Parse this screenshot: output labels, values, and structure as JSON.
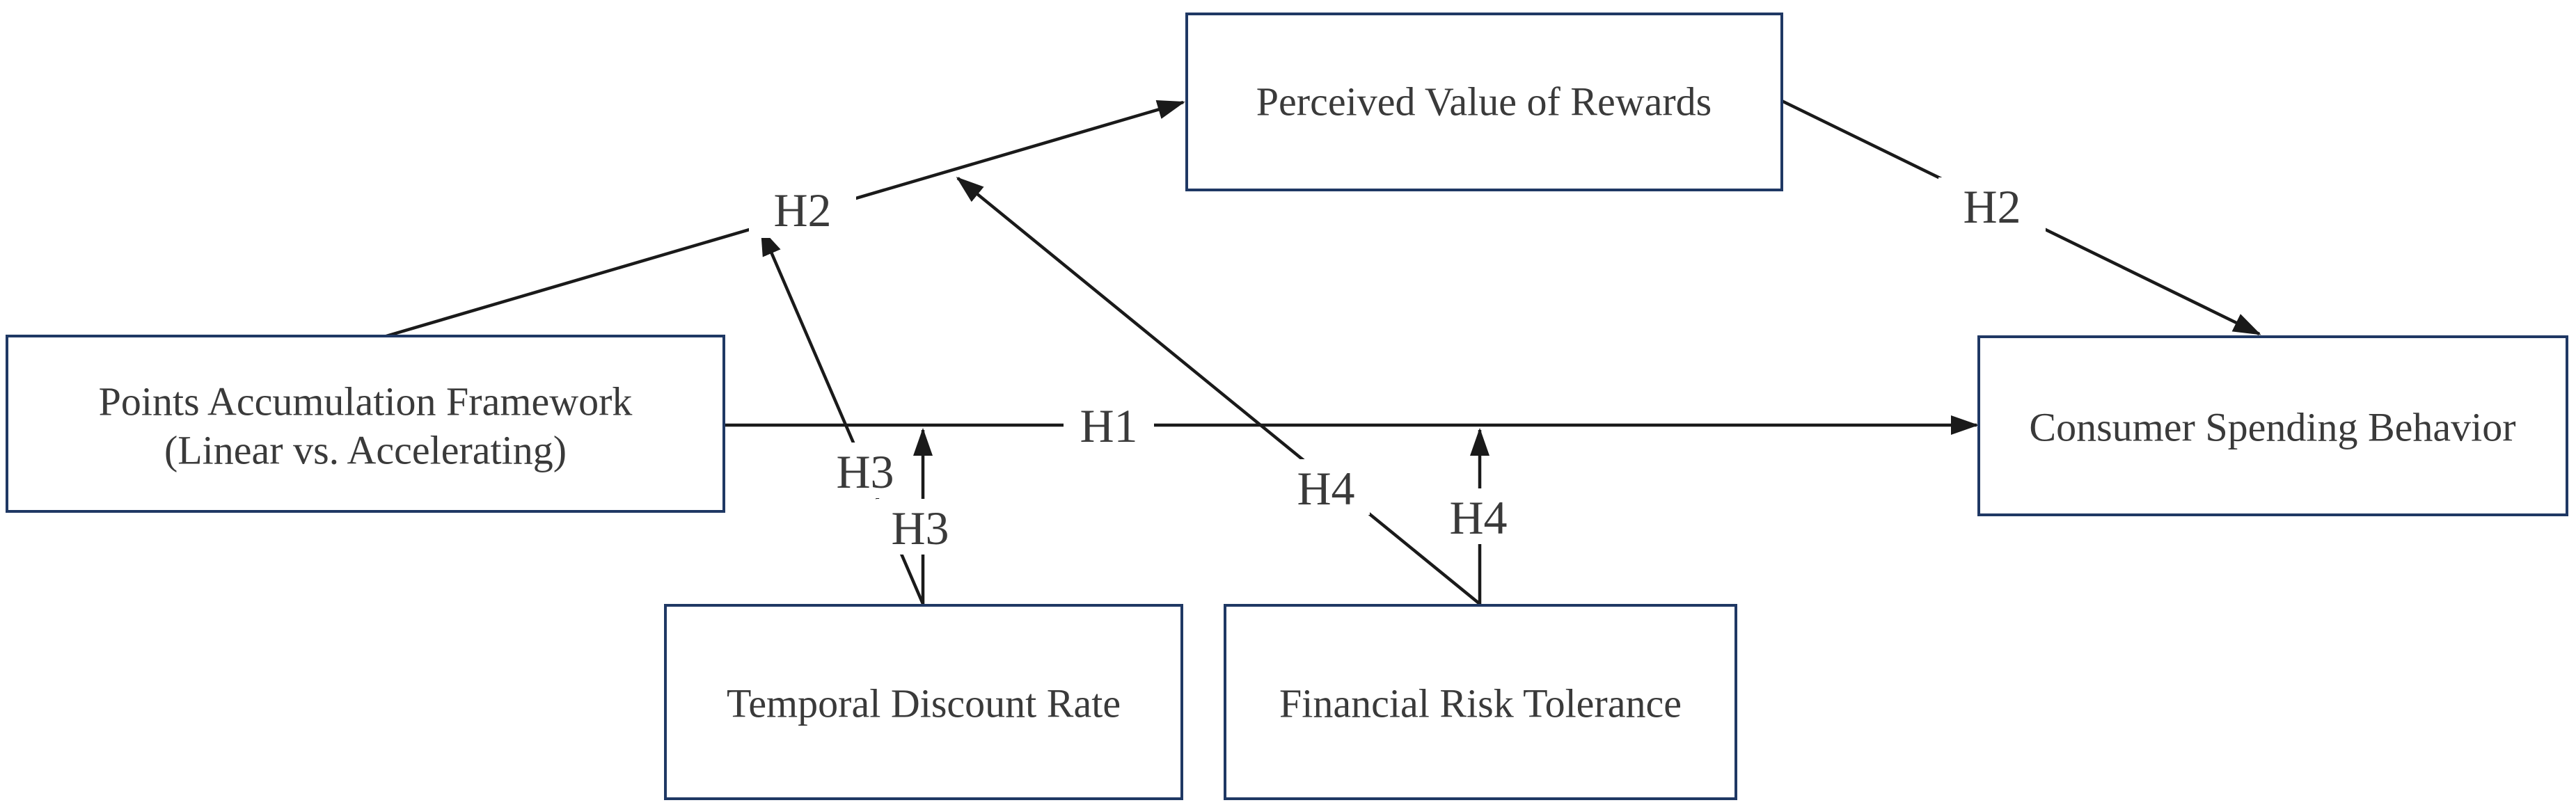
{
  "figure": {
    "type": "hypothesis-path-diagram",
    "description": "Conceptual research model with mediation and moderation paths"
  },
  "colors": {
    "background": "#ffffff",
    "box_border": "#1f3864",
    "arrow_line": "#1a1a1a",
    "text": "#3a3a3a"
  },
  "nodes": {
    "points_accumulation": {
      "label_line1": "Points Accumulation Framework",
      "label_line2": "(Linear vs. Accelerating)"
    },
    "perceived_value": {
      "label": "Perceived Value of Rewards"
    },
    "consumer_spending": {
      "label": "Consumer Spending Behavior"
    },
    "temporal_discount": {
      "label": "Temporal Discount Rate"
    },
    "financial_risk": {
      "label": "Financial Risk Tolerance"
    }
  },
  "edge_labels": {
    "h1": "H1",
    "h2_left": "H2",
    "h2_right": "H2",
    "h3_diagonal": "H3",
    "h3_vertical": "H3",
    "h4_diagonal": "H4",
    "h4_vertical": "H4"
  },
  "edges": [
    {
      "id": "h1",
      "from": "points_accumulation",
      "to": "consumer_spending",
      "label": "H1"
    },
    {
      "id": "h2_left",
      "from": "points_accumulation",
      "to": "perceived_value",
      "label": "H2"
    },
    {
      "id": "h2_right",
      "from": "perceived_value",
      "to": "consumer_spending",
      "label": "H2"
    },
    {
      "id": "h3_diagonal",
      "from": "temporal_discount",
      "to": "path_h2_left",
      "label": "H3"
    },
    {
      "id": "h3_vertical",
      "from": "temporal_discount",
      "to": "path_h1",
      "label": "H3"
    },
    {
      "id": "h4_diagonal",
      "from": "financial_risk",
      "to": "path_h2_left",
      "label": "H4"
    },
    {
      "id": "h4_vertical",
      "from": "financial_risk",
      "to": "path_h1",
      "label": "H4"
    }
  ]
}
